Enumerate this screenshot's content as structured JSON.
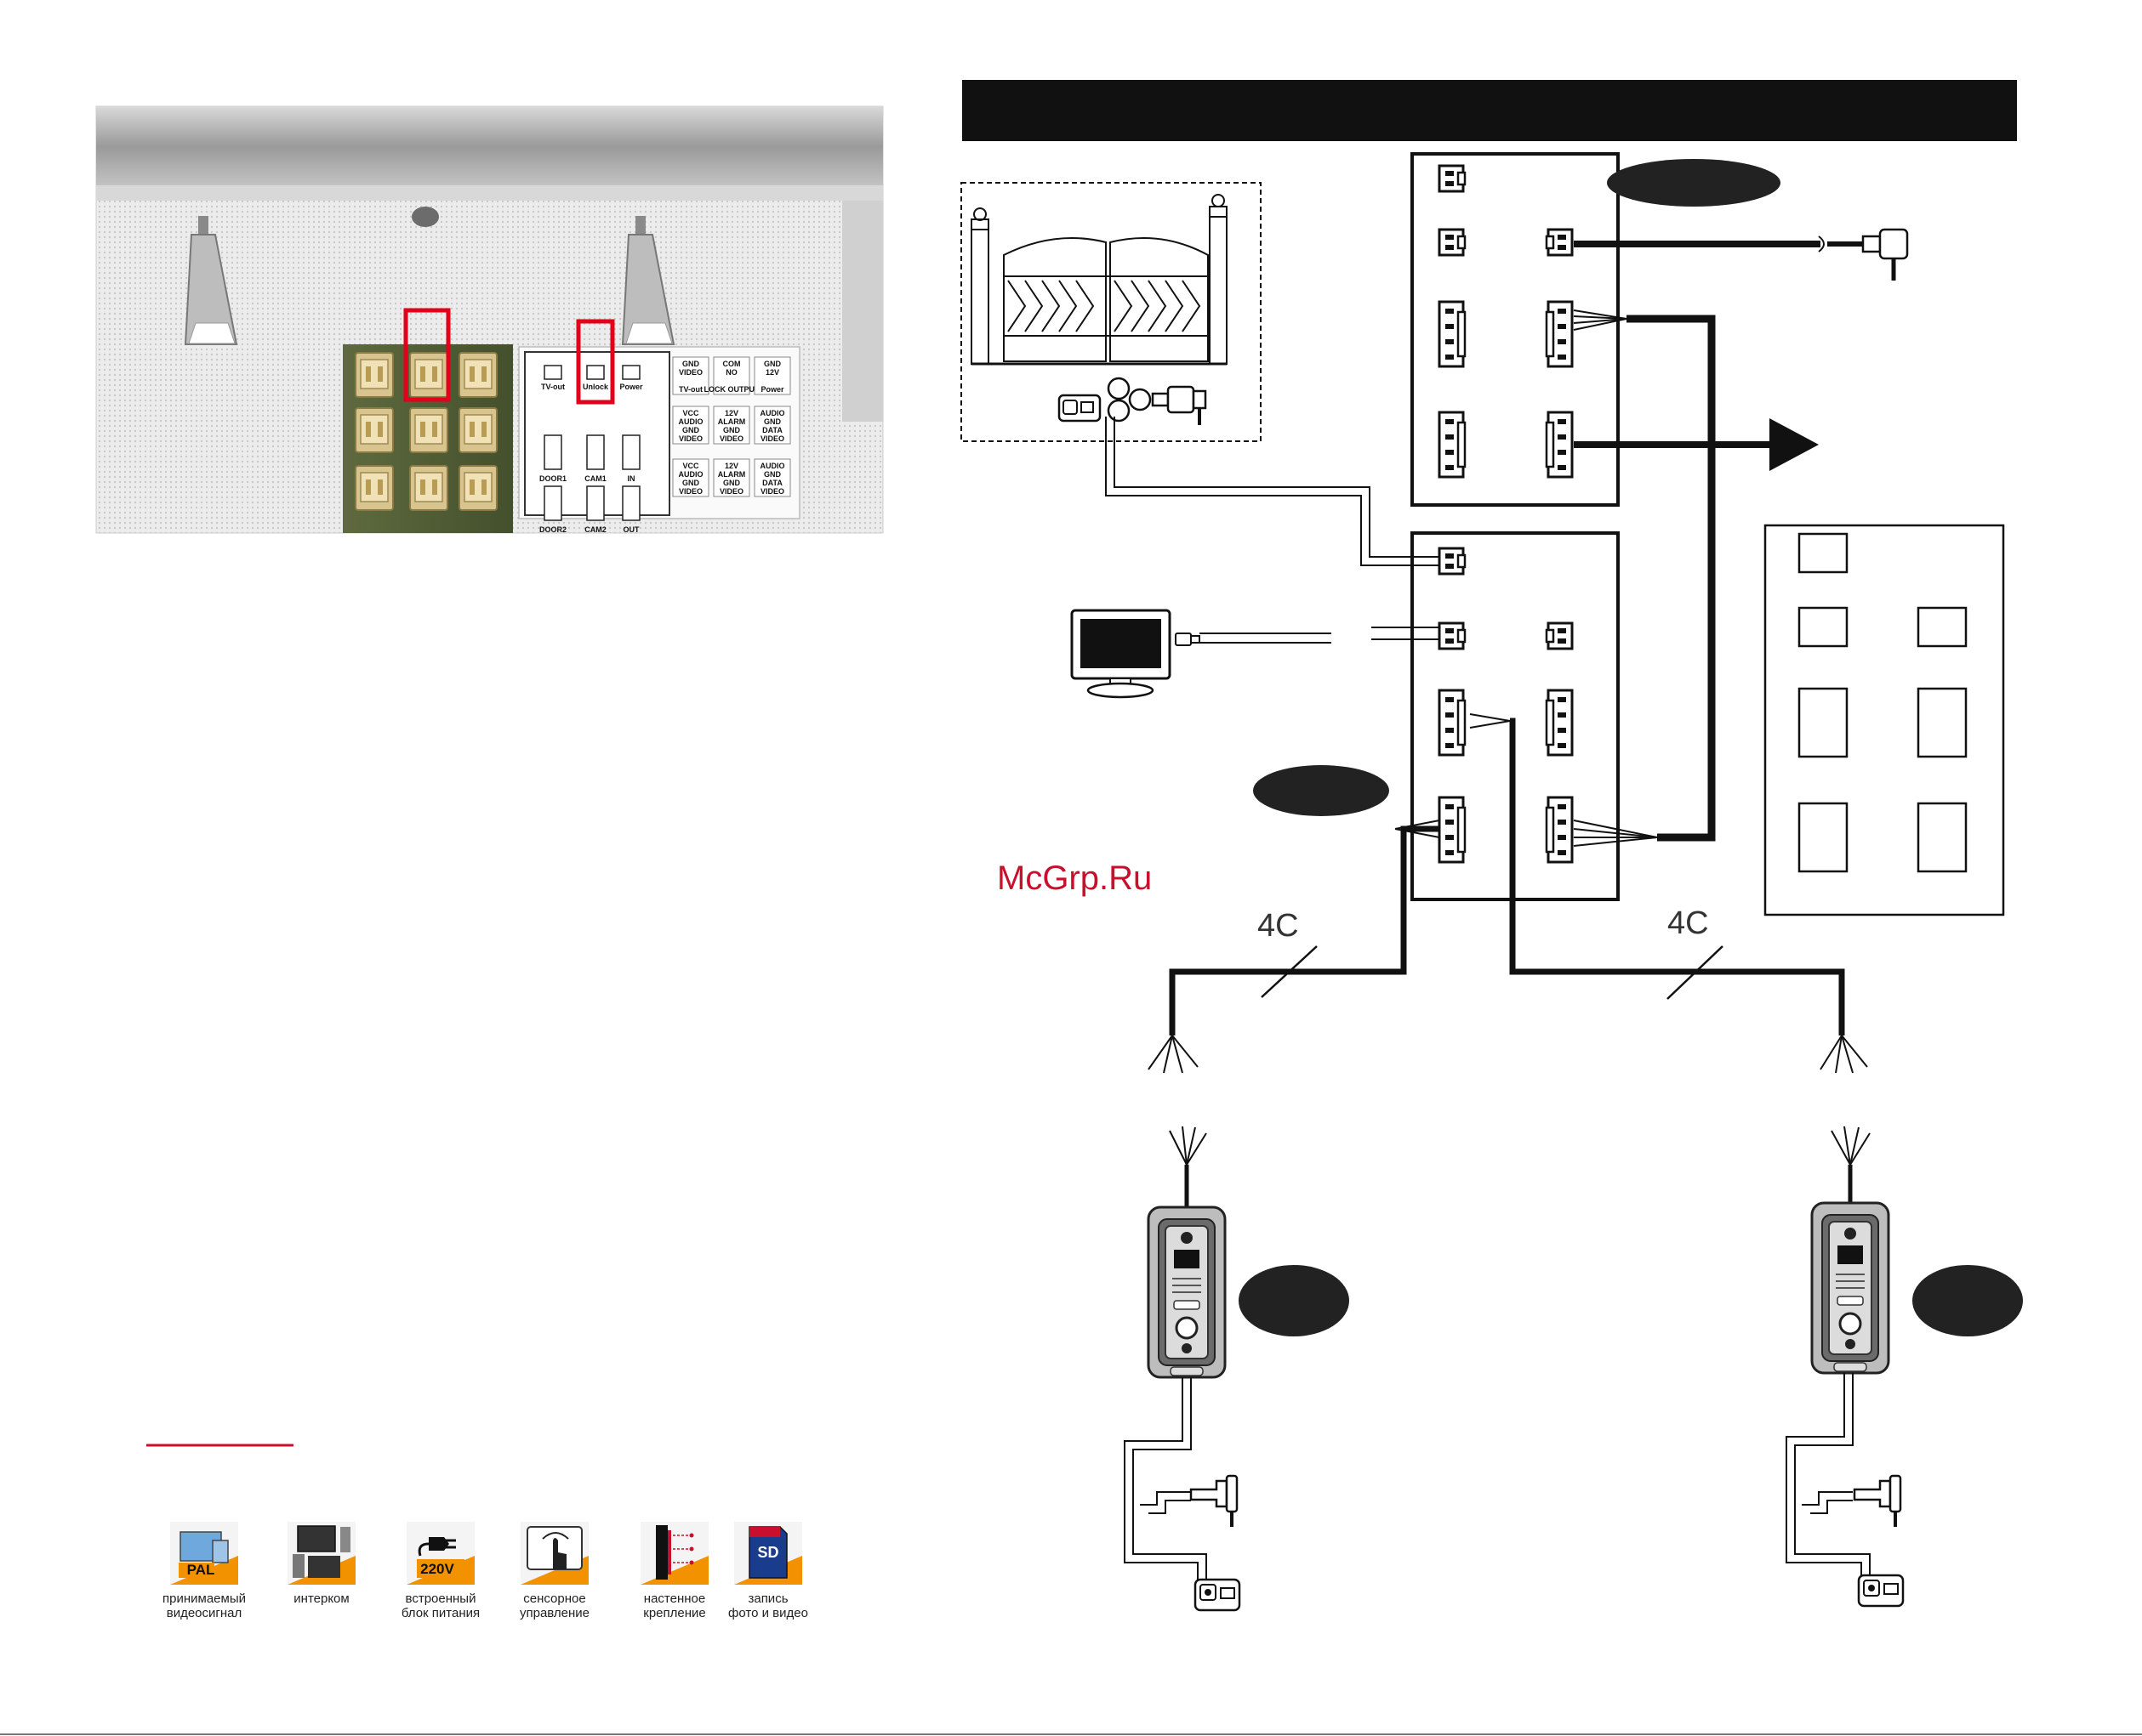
{
  "watermark": "McGrp.Ru",
  "cable_labels": [
    "4C",
    "4C"
  ],
  "photo": {
    "connector_labels": [
      {
        "id": "tvout",
        "text": "TV-out"
      },
      {
        "id": "unlock",
        "text": "Unlock"
      },
      {
        "id": "power",
        "text": "Power"
      },
      {
        "id": "door1",
        "text": "DOOR1"
      },
      {
        "id": "cam1",
        "text": "CAM1"
      },
      {
        "id": "in",
        "text": "IN"
      },
      {
        "id": "door2",
        "text": "DOOR2"
      },
      {
        "id": "cam2",
        "text": "CAM2"
      },
      {
        "id": "out",
        "text": "OUT"
      }
    ],
    "pin_labels": [
      {
        "id": "p1",
        "l1": "GND",
        "l2": "VIDEO",
        "l3": "",
        "l4": "TV-out"
      },
      {
        "id": "p2",
        "l1": "COM",
        "l2": "NO",
        "l3": "",
        "l4": "LOCK OUTPUT"
      },
      {
        "id": "p3",
        "l1": "GND",
        "l2": "12V",
        "l3": "",
        "l4": "Power"
      },
      {
        "id": "p4",
        "l1": "VCC",
        "l2": "AUDIO",
        "l3": "GND",
        "l4": "VIDEO"
      },
      {
        "id": "p5",
        "l1": "12V",
        "l2": "ALARM",
        "l3": "GND",
        "l4": "VIDEO"
      },
      {
        "id": "p6",
        "l1": "AUDIO",
        "l2": "GND",
        "l3": "DATA",
        "l4": "VIDEO"
      },
      {
        "id": "p7",
        "l1": "VCC",
        "l2": "AUDIO",
        "l3": "GND",
        "l4": "VIDEO"
      },
      {
        "id": "p8",
        "l1": "12V",
        "l2": "ALARM",
        "l3": "GND",
        "l4": "VIDEO"
      },
      {
        "id": "p9",
        "l1": "AUDIO",
        "l2": "GND",
        "l3": "DATA",
        "l4": "VIDEO"
      }
    ]
  },
  "features": [
    {
      "id": "pal",
      "badge": "PAL",
      "line1": "принимаемый",
      "line2": "видеосигнал"
    },
    {
      "id": "intercom",
      "badge": "",
      "line1": "интерком",
      "line2": ""
    },
    {
      "id": "power220",
      "badge": "220V",
      "line1": "встроенный",
      "line2": "блок питания"
    },
    {
      "id": "touch",
      "badge": "",
      "line1": "сенсорное",
      "line2": "управление"
    },
    {
      "id": "wall",
      "badge": "",
      "line1": "настенное",
      "line2": "крепление"
    },
    {
      "id": "sd",
      "badge": "SD",
      "line1": "запись",
      "line2": "фото и видео"
    }
  ],
  "colors": {
    "accent_red": "#c8102e",
    "badge_orange": "#f39200",
    "highlight_red": "#e3001b",
    "watermark_red": "#c8102e",
    "black": "#111111"
  }
}
